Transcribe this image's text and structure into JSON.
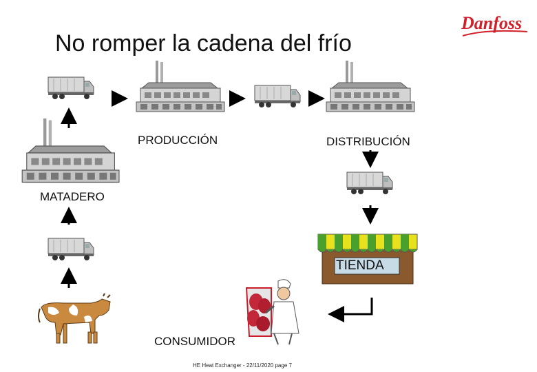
{
  "title": "No romper la cadena del frío",
  "logo_text": "Danfoss",
  "labels": {
    "production": "PRODUCCIÓN",
    "distribution": "DISTRIBUCIÓN",
    "slaughterhouse": "MATADERO",
    "consumer": "CONSUMIDOR",
    "store": "TIENDA"
  },
  "footer": "HE Heat Exchanger - 22/11/2020 page 7",
  "colors": {
    "logo_red": "#d2202b",
    "awning_green": "#4aa02c",
    "awning_yellow": "#e8e21e",
    "store_brown": "#8a5a2e",
    "store_sign": "#c7dbe6",
    "cow_tan": "#c9893e",
    "arrow": "#000000"
  }
}
